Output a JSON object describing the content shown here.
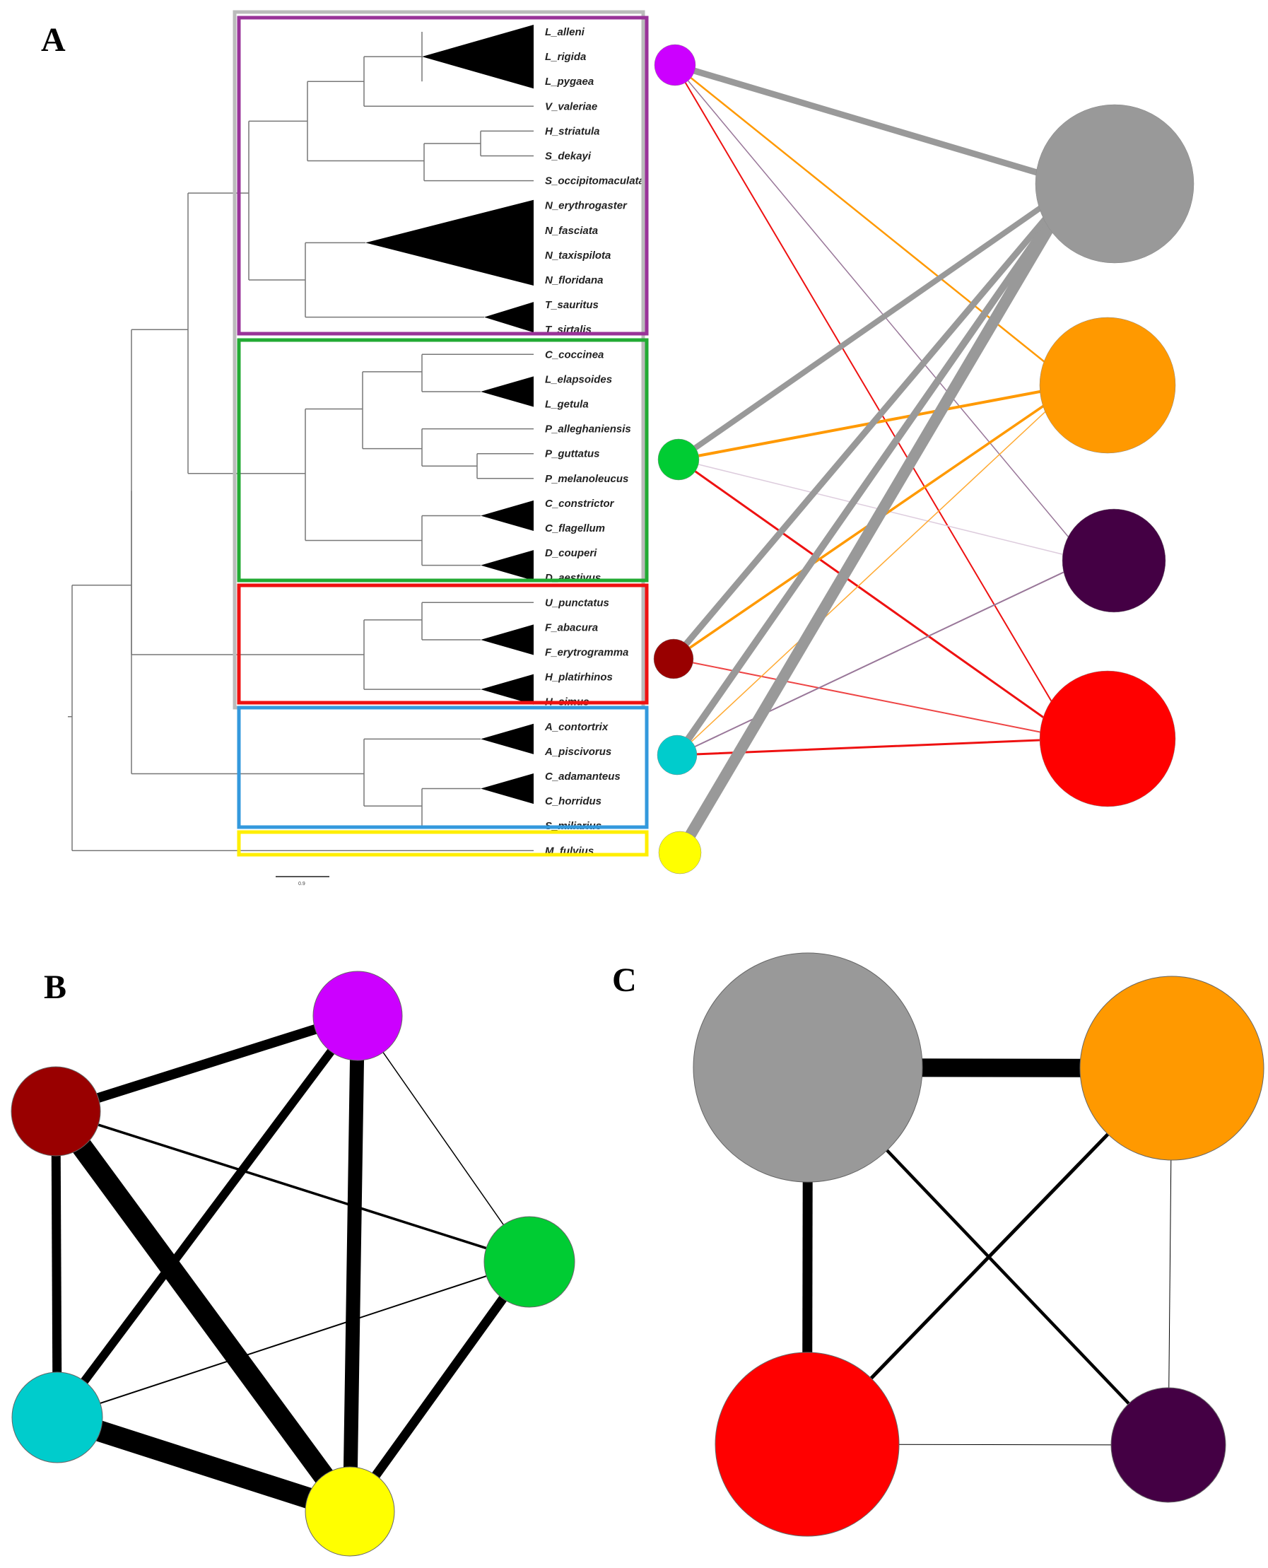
{
  "panels": {
    "a": "A",
    "b": "B",
    "c": "C"
  },
  "scale_bar_label": "0.9",
  "colors": {
    "purple_clade": "#cc00ff",
    "green_clade": "#00cc33",
    "darkred_clade": "#990000",
    "cyan_clade": "#00cccc",
    "yellow_clade": "#ffff00",
    "gray_group": "#999999",
    "orange_group": "#ff9900",
    "darkpurple_group": "#440044",
    "red_group": "#ff0000",
    "box_purple": "#993399",
    "box_green": "#22aa33",
    "box_red": "#ee1111",
    "box_blue": "#3399dd",
    "box_yellow": "#ffee00",
    "box_gray": "#bbbbbb"
  },
  "taxa": [
    "L_alleni",
    "L_rigida",
    "L_pygaea",
    "V_valeriae",
    "H_striatula",
    "S_dekayi",
    "S_occipitomaculata",
    "N_erythrogaster",
    "N_fasciata",
    "N_taxispilota",
    "N_floridana",
    "T_sauritus",
    "T_sirtalis",
    "C_coccinea",
    "L_elapsoides",
    "L_getula",
    "P_alleghaniensis",
    "P_guttatus",
    "P_melanoleucus",
    "C_constrictor",
    "C_flagellum",
    "D_couperi",
    "D_aestivus",
    "U_punctatus",
    "F_abacura",
    "F_erytrogramma",
    "H_platirhinos",
    "H_simus",
    "A_contortrix",
    "A_piscivorus",
    "C_adamanteus",
    "C_horridus",
    "S_miliarius",
    "M_fulvius"
  ],
  "clades": [
    {
      "id": "purple",
      "color_key": "purple_clade"
    },
    {
      "id": "green",
      "color_key": "green_clade"
    },
    {
      "id": "darkred",
      "color_key": "darkred_clade"
    },
    {
      "id": "cyan",
      "color_key": "cyan_clade"
    },
    {
      "id": "yellow",
      "color_key": "yellow_clade"
    }
  ],
  "groups": [
    {
      "id": "gray",
      "color_key": "gray_group"
    },
    {
      "id": "orange",
      "color_key": "orange_group"
    },
    {
      "id": "darkpurple",
      "color_key": "darkpurple_group"
    },
    {
      "id": "red",
      "color_key": "red_group"
    }
  ],
  "bipartite_links": [
    {
      "from": "purple",
      "to": "gray",
      "weight": 9,
      "color": "#999999"
    },
    {
      "from": "purple",
      "to": "orange",
      "weight": 2.5,
      "color": "#ff9900"
    },
    {
      "from": "purple",
      "to": "darkpurple",
      "weight": 1.5,
      "color": "#997799"
    },
    {
      "from": "purple",
      "to": "red",
      "weight": 2,
      "color": "#ee1111"
    },
    {
      "from": "green",
      "to": "gray",
      "weight": 8,
      "color": "#999999"
    },
    {
      "from": "green",
      "to": "orange",
      "weight": 4,
      "color": "#ff9900"
    },
    {
      "from": "green",
      "to": "darkpurple",
      "weight": 1.5,
      "color": "#ddccdd"
    },
    {
      "from": "green",
      "to": "red",
      "weight": 3,
      "color": "#ee1111"
    },
    {
      "from": "darkred",
      "to": "gray",
      "weight": 9,
      "color": "#999999"
    },
    {
      "from": "darkred",
      "to": "orange",
      "weight": 3.5,
      "color": "#ff9900"
    },
    {
      "from": "darkred",
      "to": "red",
      "weight": 2,
      "color": "#ee4444"
    },
    {
      "from": "cyan",
      "to": "gray",
      "weight": 10,
      "color": "#999999"
    },
    {
      "from": "cyan",
      "to": "orange",
      "weight": 1.5,
      "color": "#ffaa33"
    },
    {
      "from": "cyan",
      "to": "darkpurple",
      "weight": 2,
      "color": "#997799"
    },
    {
      "from": "cyan",
      "to": "red",
      "weight": 3,
      "color": "#ee1111"
    },
    {
      "from": "yellow",
      "to": "gray",
      "weight": 16,
      "color": "#999999"
    }
  ],
  "clade_network_edges": [
    {
      "from": "darkred",
      "to": "purple",
      "weight": 14
    },
    {
      "from": "darkred",
      "to": "green",
      "weight": 3.5
    },
    {
      "from": "darkred",
      "to": "cyan",
      "weight": 13
    },
    {
      "from": "darkred",
      "to": "yellow",
      "weight": 30
    },
    {
      "from": "purple",
      "to": "green",
      "weight": 1.5
    },
    {
      "from": "purple",
      "to": "cyan",
      "weight": 12
    },
    {
      "from": "purple",
      "to": "yellow",
      "weight": 20
    },
    {
      "from": "green",
      "to": "cyan",
      "weight": 2
    },
    {
      "from": "green",
      "to": "yellow",
      "weight": 13
    },
    {
      "from": "cyan",
      "to": "yellow",
      "weight": 30
    }
  ],
  "group_network_edges": [
    {
      "from": "gray",
      "to": "orange",
      "weight": 26
    },
    {
      "from": "gray",
      "to": "red",
      "weight": 14
    },
    {
      "from": "gray",
      "to": "darkpurple",
      "weight": 4.5
    },
    {
      "from": "orange",
      "to": "red",
      "weight": 5
    },
    {
      "from": "orange",
      "to": "darkpurple",
      "weight": 1
    },
    {
      "from": "red",
      "to": "darkpurple",
      "weight": 1
    }
  ]
}
